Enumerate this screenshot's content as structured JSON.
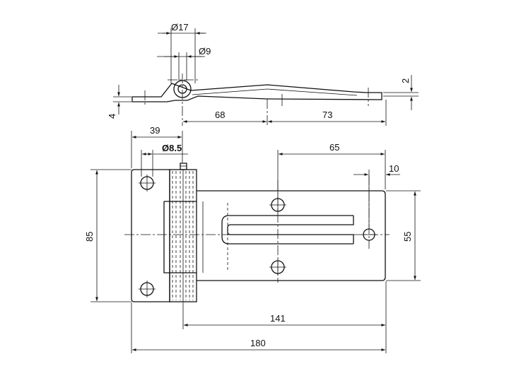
{
  "top_view": {
    "dim_dia_17": "Ø17",
    "dim_dia_9": "Ø9",
    "dim_68": "68",
    "dim_73": "73",
    "dim_4": "4",
    "dim_2": "2"
  },
  "front_view": {
    "dim_39": "39",
    "dim_dia_8_5": "Ø8.5",
    "dim_65": "65",
    "dim_10": "10",
    "dim_85": "85",
    "dim_55": "55",
    "dim_141": "141",
    "dim_180": "180"
  }
}
